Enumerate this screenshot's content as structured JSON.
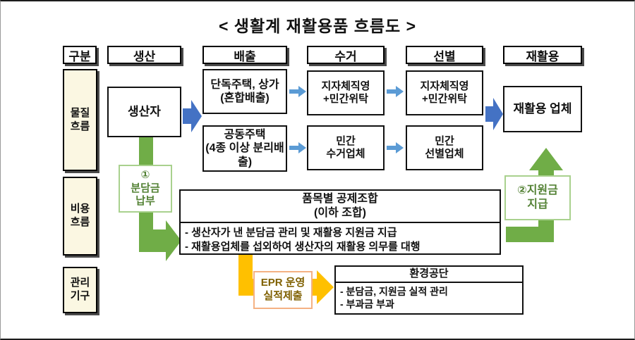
{
  "title": "< 생활계 재활용품 흐름도  >",
  "header": {
    "columns": [
      "구분",
      "생산",
      "배출",
      "수거",
      "선별",
      "재활용"
    ]
  },
  "row_labels": {
    "material": "물질흐름",
    "cost": "비용흐름",
    "admin": "관리기구"
  },
  "material_flow": {
    "producer": "생산자",
    "discharge_single": {
      "line1": "단독주택, 상가",
      "line2": "(혼합배출)"
    },
    "discharge_multi": {
      "line1": "공동주택",
      "line2": "(4종 이상 분리배출)"
    },
    "collection_public": {
      "line1": "지자체직영",
      "line2": "+민간위탁"
    },
    "collection_private": {
      "line1": "민간",
      "line2": "수거업체"
    },
    "sorting_public": {
      "line1": "지자체직영",
      "line2": "+민간위탁"
    },
    "sorting_private": {
      "line1": "민간",
      "line2": "선별업체"
    },
    "recycler": "재활용 업체"
  },
  "cost_flow": {
    "step1": {
      "number": "①",
      "line1": "분담금",
      "line2": "납부"
    },
    "step2": {
      "line1": "②지원금",
      "line2": "지급"
    },
    "coop": {
      "title_line1": "품목별 공제조합",
      "title_line2": "(이하 조합)",
      "bullets": [
        "- 생산자가 낸 분담금 관리 및 재활용 지원금 지급",
        "- 재활용업체를 섭외하여 생산자의 재활용 의무를 대행"
      ]
    }
  },
  "admin_flow": {
    "epr": {
      "line1": "EPR 운영",
      "line2": "실적제출"
    },
    "keco": {
      "title": "환경공단",
      "bullets": [
        "- 분담금, 지원금 실적 관리",
        "- 부과금 부과"
      ]
    }
  },
  "colors": {
    "blue_big_arrow": "#4472c4",
    "blue_small_arrow": "#5b9bd5",
    "green_arrow": "#70ad47",
    "green_box_border": "#a9d18e",
    "green_text": "#548235",
    "yellow_arrow": "#ffc000",
    "epr_border": "#f4b183",
    "row_label_bg": "#fbf7e2"
  }
}
